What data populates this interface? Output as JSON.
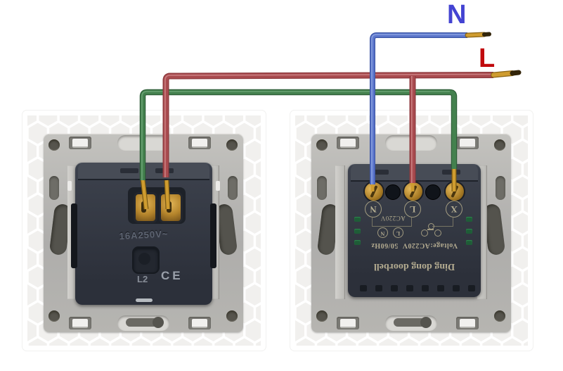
{
  "diagram": {
    "neutral_label": "N",
    "live_label": "L"
  },
  "left_module": {
    "rating": "16A250V~",
    "module_code": "L2",
    "ce_mark": "CE"
  },
  "right_module": {
    "terminal_labels": [
      "N",
      "L",
      "X"
    ],
    "small_voltage": "AC220V",
    "small_terminal_labels": [
      "N",
      "L"
    ],
    "voltage_line": "Voltage:AC220V  50/60Hz",
    "product_name": "Ding dong doorbell"
  },
  "wires": [
    {
      "color_name": "blue",
      "hex": "#5d77cc",
      "from": "doorbell terminal N",
      "to": "mains N"
    },
    {
      "color_name": "red",
      "hex": "#a94b4f",
      "from": "mains L",
      "to": "doorbell terminal L and button terminal"
    },
    {
      "color_name": "green",
      "hex": "#44814e",
      "from": "button terminal",
      "to": "doorbell terminal X"
    }
  ],
  "colors": {
    "neutral_label": "#4343d2",
    "live_label": "#c10a0d",
    "copper": "#cf9c2f",
    "module_body": "#343944",
    "frame_metal": "#b5b4b0",
    "plate": "#e9e8e6"
  }
}
